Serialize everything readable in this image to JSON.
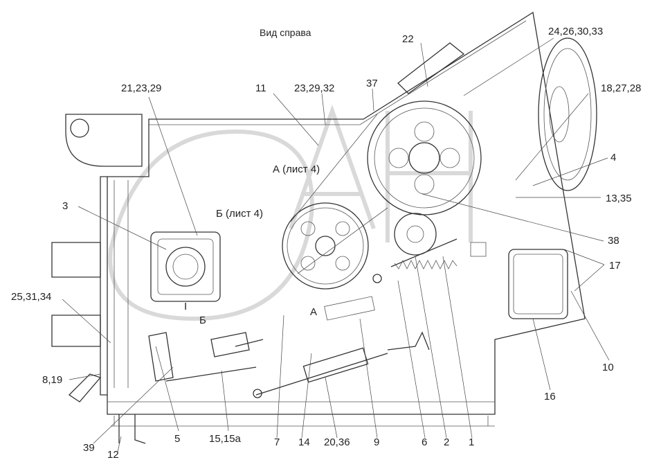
{
  "title": "Вид справа",
  "views": {
    "view_a": "А (лист 4)",
    "view_b": "Б (лист 4)",
    "section_a": "А",
    "section_b": "Б",
    "section_mark": "I"
  },
  "callouts": [
    "22",
    "24,26,30,33",
    "11",
    "23,29,32",
    "37",
    "21,23,29",
    "18,27,28",
    "4",
    "13,35",
    "3",
    "38",
    "17",
    "25,31,34",
    "10",
    "16",
    "8,19",
    "39",
    "12",
    "5",
    "15,15а",
    "7",
    "14",
    "20,36",
    "9",
    "6",
    "2",
    "1"
  ],
  "colors": {
    "line": "#333333",
    "watermark": "#d9d9d9"
  }
}
